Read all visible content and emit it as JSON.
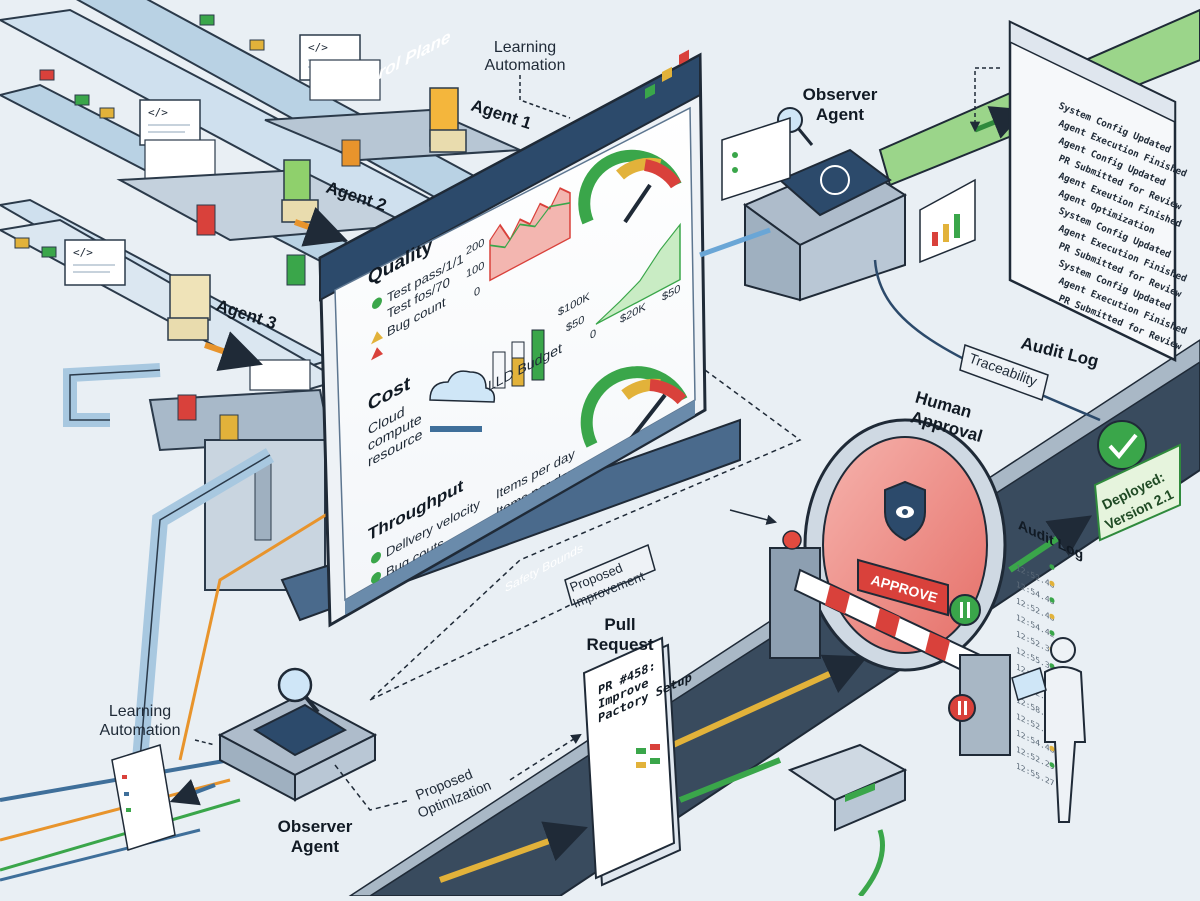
{
  "labels": {
    "learning_automation_top": [
      "Learning",
      "Automation"
    ],
    "learning_automation_left": [
      "Learning",
      "Automation"
    ],
    "agent1": "Agent 1",
    "agent2": "Agent 2",
    "agent3": "Agent 3",
    "observer_top": [
      "Observer",
      "Agent"
    ],
    "observer_bottom": [
      "Observer",
      "Agent"
    ],
    "audit_log_bottom": "Audit Log",
    "traceability": "Traceability",
    "human_approval": [
      "Human",
      "Approval"
    ],
    "deployed": [
      "Deployed:",
      "Version 2.1"
    ],
    "proposed_improvement": [
      "Proposed",
      "Improvement"
    ],
    "proposed_optimization": [
      "Proposed",
      "Optimlzation"
    ],
    "pull_request": [
      "Pull",
      "Request"
    ],
    "code_tag": "</>"
  },
  "control_plane": {
    "title": "Control Plane",
    "quality": {
      "title": "Quality",
      "items": [
        "Test pass/1/1",
        "Test fos/70",
        "Bug count"
      ],
      "axis": [
        "200",
        "100",
        "0"
      ]
    },
    "cost_axis": [
      "$100K",
      "$50",
      "0",
      "$20K",
      "$50"
    ],
    "cost": {
      "title": "Cost",
      "lines": [
        "Cloud",
        "compute",
        "resource"
      ],
      "budget_label": "LLD Budget"
    },
    "throughput": {
      "title": "Throughput",
      "items": [
        "Dellvery velocity",
        "Bug couts"
      ],
      "right": [
        "Items per day",
        "Items per day"
      ]
    },
    "footer": "Safety Bounds"
  },
  "audit_log": {
    "title": "Audit Log",
    "times": [
      "12:52.48",
      "12:54.48",
      "12:52.48",
      "12:54.42",
      "12:52.30",
      "12:55.30",
      "12:55.38",
      "12:52.48",
      "12:58.30",
      "12:52.48",
      "12:54.48",
      "12:52.29",
      "12:55.27"
    ],
    "entries": [
      "System Config Updated",
      "Agent Execution Finished",
      "Agent Config Updated",
      "PR Submitted for Review",
      "Agent Exeution Finished",
      "Agent Optimization",
      "System Config Updated",
      "Agent Execution Finished",
      "PR Submitted for Review",
      "System Config Updated",
      "Agent Execution Finished",
      "PR Submitted for Review"
    ]
  },
  "approval": {
    "button": "APPROVE"
  },
  "pull_request_doc": {
    "lines": [
      "PR #458:",
      "Improve",
      "Pactory Setup"
    ]
  },
  "colors": {
    "green": "#3aa64a",
    "red": "#d9413b",
    "yellow": "#e2b23a",
    "orange": "#e8942c",
    "blue": "#3f6f9a",
    "navy": "#2c4a6b"
  }
}
